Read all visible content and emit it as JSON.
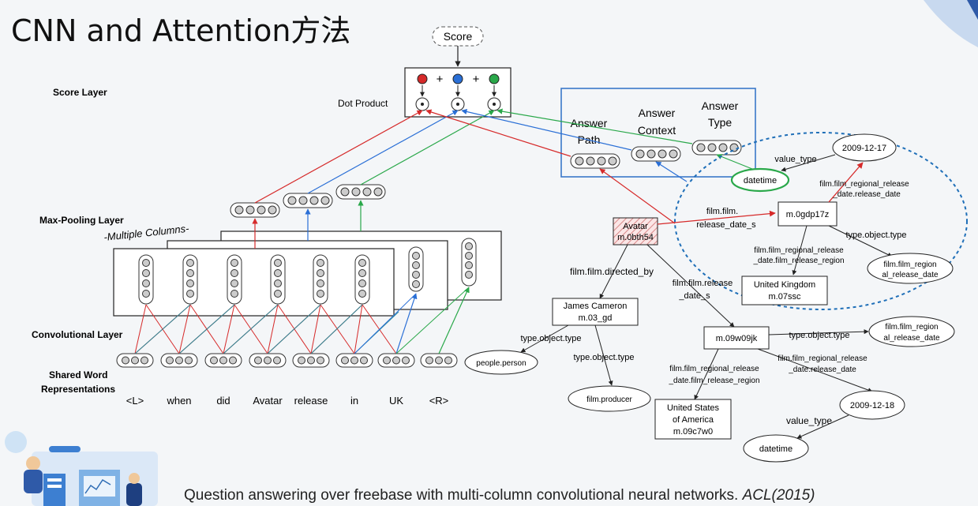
{
  "title": "CNN and Attention方法",
  "caption": {
    "text": "Question answering over freebase with multi-column convolutional neural networks.",
    "venue": "ACL(2015)"
  },
  "layers": {
    "score_layer": "Score Layer",
    "max_pooling": "Max-Pooling Layer",
    "multiple_columns": "-Multiple Columns-",
    "convolutional": "Convolutional Layer",
    "shared_word_1": "Shared Word",
    "shared_word_2": "Representations",
    "dot_product": "Dot Product",
    "score": "Score"
  },
  "words": [
    "<L>",
    "when",
    "did",
    "Avatar",
    "release",
    "in",
    "UK",
    "<R>"
  ],
  "answer_box": {
    "path_1": "Answer",
    "path_2": "Path",
    "context_1": "Answer",
    "context_2": "Context",
    "type_1": "Answer",
    "type_2": "Type"
  },
  "kg": {
    "avatar_1": "Avatar",
    "avatar_2": "m.0bth54",
    "rel_release_1": "film.film.",
    "rel_release_2": "release_date_s",
    "gdp": "m.0gdp17z",
    "date1": "2009-12-17",
    "value_type_1": "value_type",
    "datetime_1": "datetime",
    "rel_regional_date_a1": "film.film_regional_release",
    "rel_regional_date_a2": "_date.release_date",
    "type_object_type_1": "type.object.type",
    "regional_node_1a": "film.film_region",
    "regional_node_1b": "al_release_date",
    "rel_region_a1": "film.film_regional_release",
    "rel_region_a2": "_date.film_release_region",
    "uk_1": "United Kingdom",
    "uk_2": "m.07ssc",
    "directed_by": "film.film.directed_by",
    "rel_release_b1": "film.film.release",
    "rel_release_b2": "_date_s",
    "cameron_1": "James Cameron",
    "cameron_2": "m.03_gd",
    "type_object_type_2": "type.object.type",
    "people_person": "people.person",
    "type_object_type_3": "type.object.type",
    "film_producer": "film.producer",
    "m09": "m.09w09jk",
    "type_object_type_4": "type.object.type",
    "regional_node_2a": "film.film_region",
    "regional_node_2b": "al_release_date",
    "rel_regional_date_b1": "film.film_regional_release",
    "rel_regional_date_b2": "_date.release_date",
    "rel_region_b1": "film.film_regional_release",
    "rel_region_b2": "_date.film_release_region",
    "usa_1": "United States",
    "usa_2": "of America",
    "usa_3": "m.09c7w0",
    "date2": "2009-12-18",
    "value_type_2": "value_type",
    "datetime_2": "datetime"
  },
  "colors": {
    "red": "#d62a2a",
    "blue": "#2a6fd6",
    "green": "#2aa84a",
    "frame_blue": "#3a78c9",
    "dash_blue": "#1f6fb8"
  }
}
